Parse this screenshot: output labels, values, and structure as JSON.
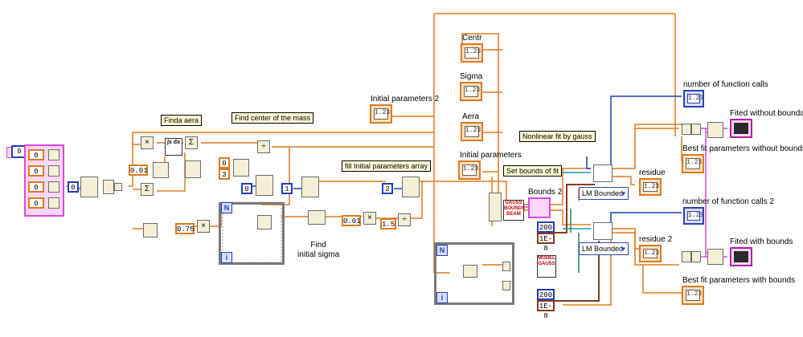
{
  "labels": {
    "centr": "Centr",
    "sigma": "Sigma",
    "aera": "Aera",
    "initial_params_2": "Initial parameters 2",
    "initial_params": "Initial parameters",
    "residue": "residue",
    "residue_2": "residue 2",
    "bounds_2": "Bounds 2",
    "num_calls": "number of function calls",
    "best_fit_without": "Best fit parameters without bounds",
    "num_calls_2": "number of function calls 2",
    "best_fit_with": "Best fit parameters with bounds",
    "fited_without": "Fited without bounda",
    "fited_with": "Fited with bounds",
    "find_initial_sigma": "Find\ninitial sigma"
  },
  "callouts": {
    "finda_aera": "Finda aera",
    "find_center": "Find center of the mass",
    "fill_initial": "fill Initial parameters array",
    "nonlinear_fit": "Nonlinear fit by gauss",
    "set_bounds": "Set bounds of fit"
  },
  "constants": {
    "input_cluster_top": "0",
    "c_001_a": "0.01",
    "c_zero_a": "0",
    "c_zero_b": "0",
    "c_three": "3",
    "c_zero_c": "0",
    "c_one": "1",
    "c_two": "2",
    "c_075": "0.75",
    "c_001_b": "0.01",
    "c_15": "1.5",
    "c_200_a": "200",
    "c_1e8_a": "1E-8",
    "c_200_b": "200",
    "c_1e8_b": "1E-8",
    "cluster_row1_a": "0",
    "cluster_row2_a": "0",
    "cluster_row3_a": "0",
    "cluster_row4_a": "0",
    "indicator_value": "1.23",
    "loop_n": "N",
    "loop_i": "i",
    "op_multiply": "×",
    "op_sum": "Σ",
    "op_divide": "÷"
  },
  "rings": {
    "lm_bounded_1": "LM Bounded",
    "lm_bounded_2": "LM Bounded",
    "arrow": "▾"
  },
  "subvis": {
    "gauss_bounds": "GAUSS BOUNDS BEAM",
    "model_gauss": "MODEL GAUSS",
    "integral": "∫x dx"
  },
  "colors": {
    "wire_double": "#e07a1f",
    "wire_int": "#1f3fbf",
    "wire_cluster": "#e048e0",
    "wire_brown": "#8b3a1a",
    "wire_green": "#2a8a5a",
    "wire_teal": "#1a9fb0",
    "loop_border": "#7a7a7a"
  }
}
